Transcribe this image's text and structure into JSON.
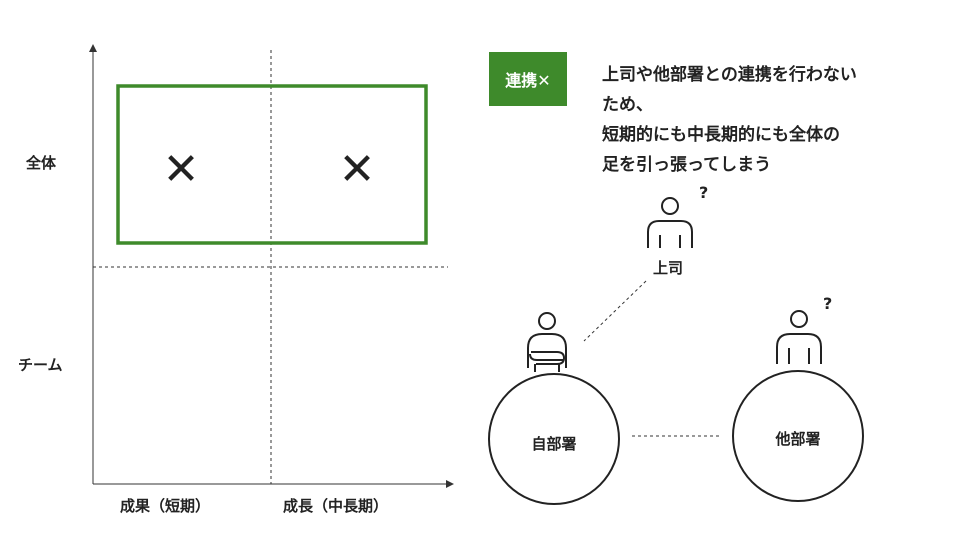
{
  "matrix": {
    "y_labels": {
      "top": "全体",
      "bottom": "チーム"
    },
    "x_labels": {
      "left": "成果（短期）",
      "right": "成長（中長期）"
    },
    "cells": {
      "top_left": "✕",
      "top_right": "✕"
    }
  },
  "tag": {
    "label": "連携✕"
  },
  "description": {
    "lines": [
      "上司や他部署との連携を行わない",
      "ため、",
      "短期的にも中長期的にも全体の",
      "足を引っ張ってしまう"
    ]
  },
  "figures": {
    "boss": {
      "label": "上司",
      "question": "?"
    },
    "other_person": {
      "question": "?"
    },
    "own_dept": {
      "label": "自部署"
    },
    "other_dept": {
      "label": "他部署"
    }
  },
  "colors": {
    "accent_green": "#3e8a2b",
    "text": "#222222"
  }
}
